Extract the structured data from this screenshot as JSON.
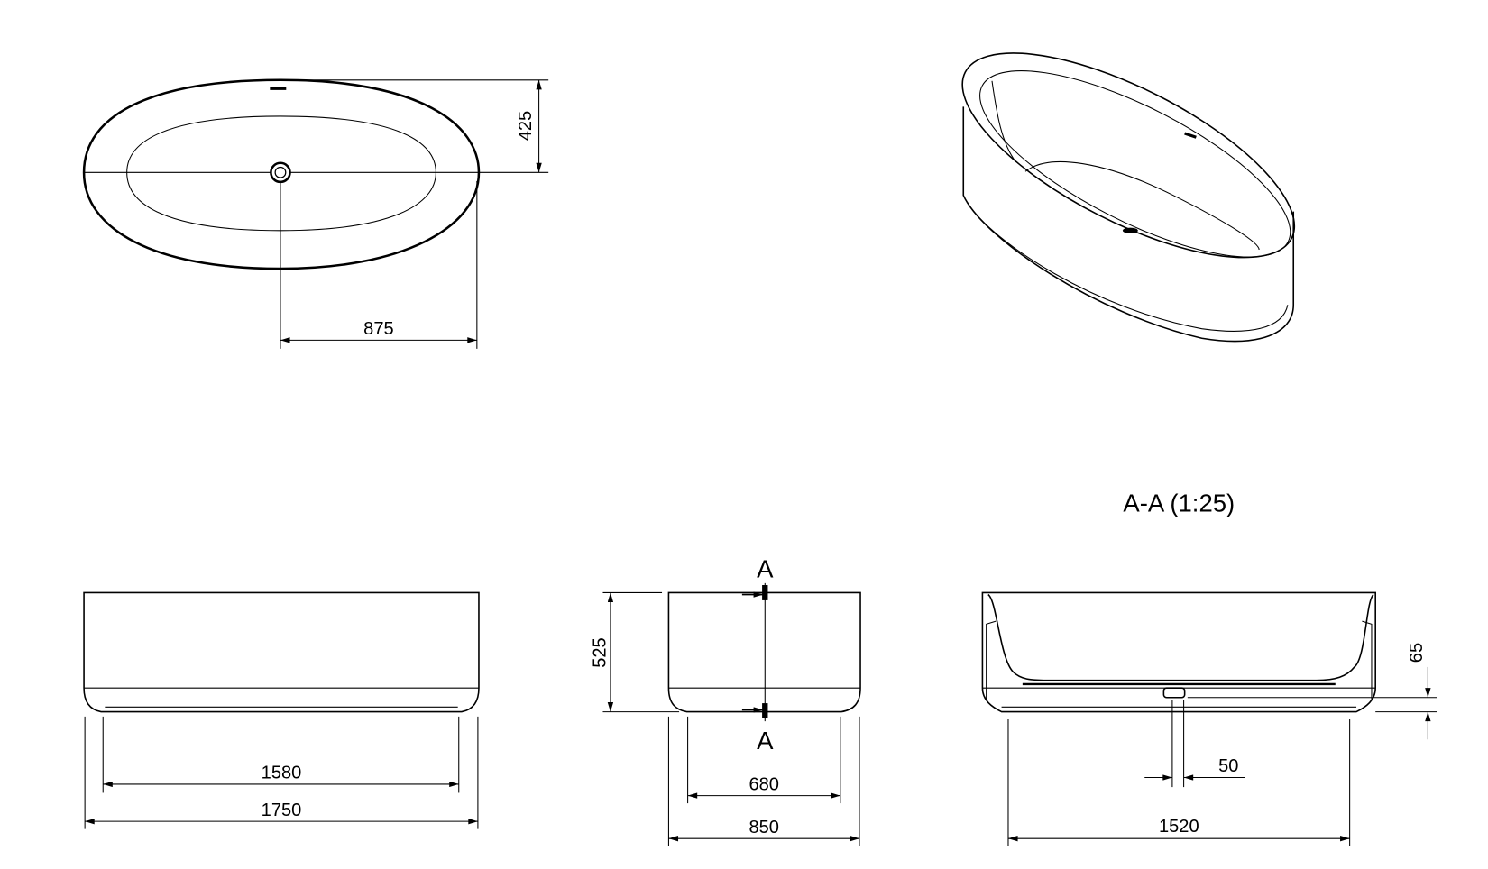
{
  "drawing": {
    "top_view": {
      "dim_width_half": "425",
      "dim_length_half": "875"
    },
    "front_view": {
      "dim_base_length": "1580",
      "dim_total_length": "1750"
    },
    "side_view": {
      "dim_height": "525",
      "dim_base_width": "680",
      "dim_total_width": "850",
      "section_marker_top": "A",
      "section_marker_bottom": "A"
    },
    "section_view": {
      "title": "A-A (1:25)",
      "dim_foot_height": "65",
      "dim_drain": "50",
      "dim_inner_base": "1520"
    }
  }
}
